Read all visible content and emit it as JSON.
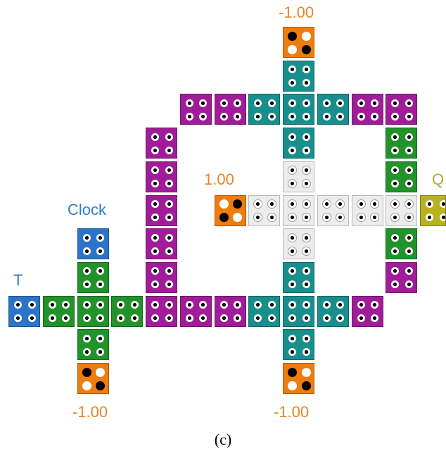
{
  "diagram": {
    "labels": {
      "top_fixed": "-1.00",
      "middle_fixed": "1.00",
      "output": "Q",
      "clock": "Clock",
      "input": "T",
      "clock_fixed": "-1.00",
      "bottom_fixed": "-1.00"
    },
    "caption": "(c)"
  },
  "colors": {
    "cell_green": "#22922a",
    "cell_purple": "#a01c98",
    "cell_teal": "#188f8c",
    "cell_white": "#ececec",
    "cell_blue": "#2b74c8",
    "cell_orange": "#ef7c0e",
    "cell_olive": "#b7b220",
    "label_orange": "#ea8420",
    "label_blue": "#2f7ac6",
    "label_olive": "#b8a630",
    "caption": "#000000"
  }
}
